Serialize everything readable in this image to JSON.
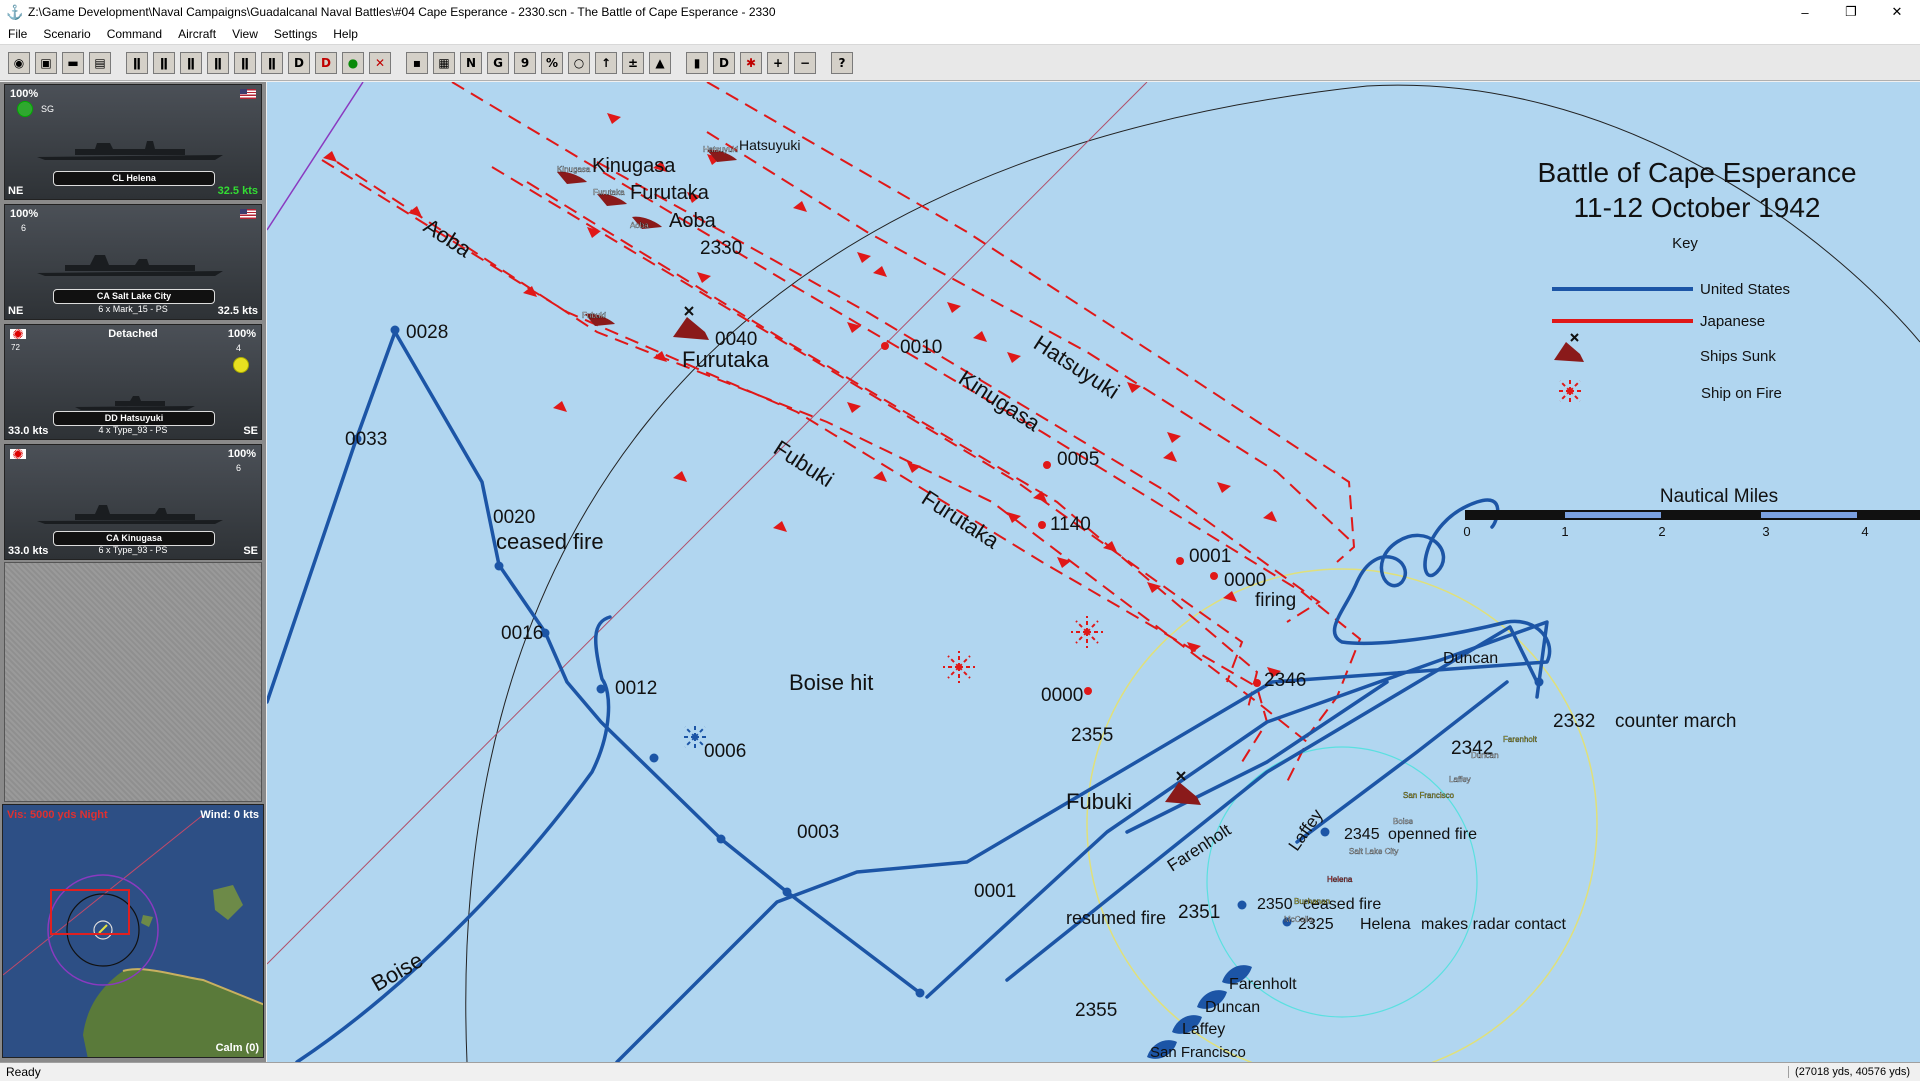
{
  "window": {
    "title": "Z:\\Game Development\\Naval Campaigns\\Guadalcanal Naval Battles\\#04 Cape Esperance - 2330.scn - The Battle of Cape Esperance - 2330",
    "controls": {
      "minimize": "–",
      "restore": "❐",
      "close": "✕"
    }
  },
  "menu": [
    "File",
    "Scenario",
    "Command",
    "Aircraft",
    "View",
    "Settings",
    "Help"
  ],
  "toolbar": {
    "group1": [
      "◉",
      "▣",
      "▬",
      "▤"
    ],
    "group2": [
      "ǁ",
      "ǁ",
      "ǁ",
      "ǁ",
      "ǁ",
      "ǁ",
      "D",
      "D",
      "●",
      "✕"
    ],
    "group3": [
      "▪",
      "▦",
      "N",
      "G",
      "9",
      "%",
      "○",
      "↑",
      "±",
      "▲"
    ],
    "group4": [
      "▮",
      "D",
      "✱",
      "+",
      "−",
      "?"
    ]
  },
  "ships": [
    {
      "pct": "100%",
      "status": "SG",
      "name": "CL Helena",
      "sub": "",
      "left": "NE",
      "right": "32.5 kts",
      "flag": "us"
    },
    {
      "pct": "100%",
      "status": "6",
      "name": "CA Salt Lake City",
      "sub": "6 x Mark_15 - PS",
      "left": "NE",
      "right": "32.5 kts",
      "flag": "us"
    },
    {
      "pct": "100%",
      "status": "4",
      "name": "DD Hatsuyuki",
      "sub": "4 x Type_93 - PS",
      "left": "33.0 kts",
      "right": "SE",
      "flag": "jp",
      "detached": "Detached",
      "num": "72"
    },
    {
      "pct": "100%",
      "status": "6",
      "name": "CA Kinugasa",
      "sub": "6 x Type_93 - PS",
      "left": "33.0 kts",
      "right": "SE",
      "flag": "jp"
    }
  ],
  "minimap": {
    "vis": "Vis: 5000 yds Night",
    "wind": "Wind: 0 kts",
    "sea": "Calm (0)"
  },
  "map": {
    "title1": "Battle of Cape Esperance",
    "title2": "11-12 October 1942",
    "key": "Key",
    "legend": {
      "us": "United States",
      "jp": "Japanese",
      "sunk": "Ships Sunk",
      "fire": "Ship on Fire"
    },
    "scale_title": "Nautical Miles",
    "scale_ticks": [
      "0",
      "1",
      "2",
      "3",
      "4"
    ],
    "colors": {
      "us": "#1c55a6",
      "jp": "#e01818",
      "sea": "#b1d6f0"
    },
    "labels": {
      "kinugasa_top": "Kinugasa",
      "furutaka_top": "Furutaka",
      "aoba_top": "Aoba",
      "t2330": "2330",
      "hatsuyuki_top": "Hatsuyuki",
      "aoba_track": "Aoba",
      "t0040": "0040",
      "furutaka_sunk": "Furutaka",
      "t0010": "0010",
      "hatsuyuki_track": "Hatsuyuki",
      "kinugasa_track": "Kinugasa",
      "t0005": "0005",
      "fubuki_track": "Fubuki",
      "furutaka_track": "Furutaka",
      "t1140": "1140",
      "t0001j": "0001",
      "t0000j": "0000",
      "firing": "firing",
      "t2346": "2346",
      "t0000b": "0000",
      "t2355b": "2355",
      "fubuki_sunk": "Fubuki",
      "t0028": "0028",
      "t0033": "0033",
      "t0020": "0020",
      "ceased": "ceased fire",
      "t0016": "0016",
      "t0012": "0012",
      "boise_hit": "Boise hit",
      "t0006": "0006",
      "t0003": "0003",
      "t0001u": "0001",
      "resumed": "resumed fire",
      "t2351": "2351",
      "t2355u": "2355",
      "boise": "Boise",
      "farenholt_track": "Farenholt",
      "laffey_track": "Laffey",
      "t2345": "2345",
      "opened": "openned fire",
      "t2350": "2350",
      "ceased2": "ceased fire",
      "t2325": "2325",
      "helena": "Helena",
      "radar": "makes radar contact",
      "duncan_top": "Duncan",
      "t2332": "2332",
      "counter": "counter march",
      "t2342": "2342",
      "farenholt_b": "Farenholt",
      "duncan_b": "Duncan",
      "laffey_b": "Laffey",
      "sanfran_b": "San Francisco",
      "s_kinugasa": "Kinugasa",
      "s_furutaka": "Furutaka",
      "s_aoba": "Aoba",
      "s_hatsuyuki": "Hatsuyuki",
      "s_fubuki": "Fubuki",
      "s_farenholt": "Farenholt",
      "s_duncan": "Duncan",
      "s_laffey": "Laffey",
      "s_sanfran": "San Francisco",
      "s_saltlake": "Salt Lake City",
      "s_boise": "Boise",
      "s_helena": "Helena",
      "s_buchanan": "Buchanan",
      "s_mccalla": "McCalla"
    }
  },
  "status": {
    "left": "Ready",
    "right": "(27018 yds, 40576 yds)"
  }
}
